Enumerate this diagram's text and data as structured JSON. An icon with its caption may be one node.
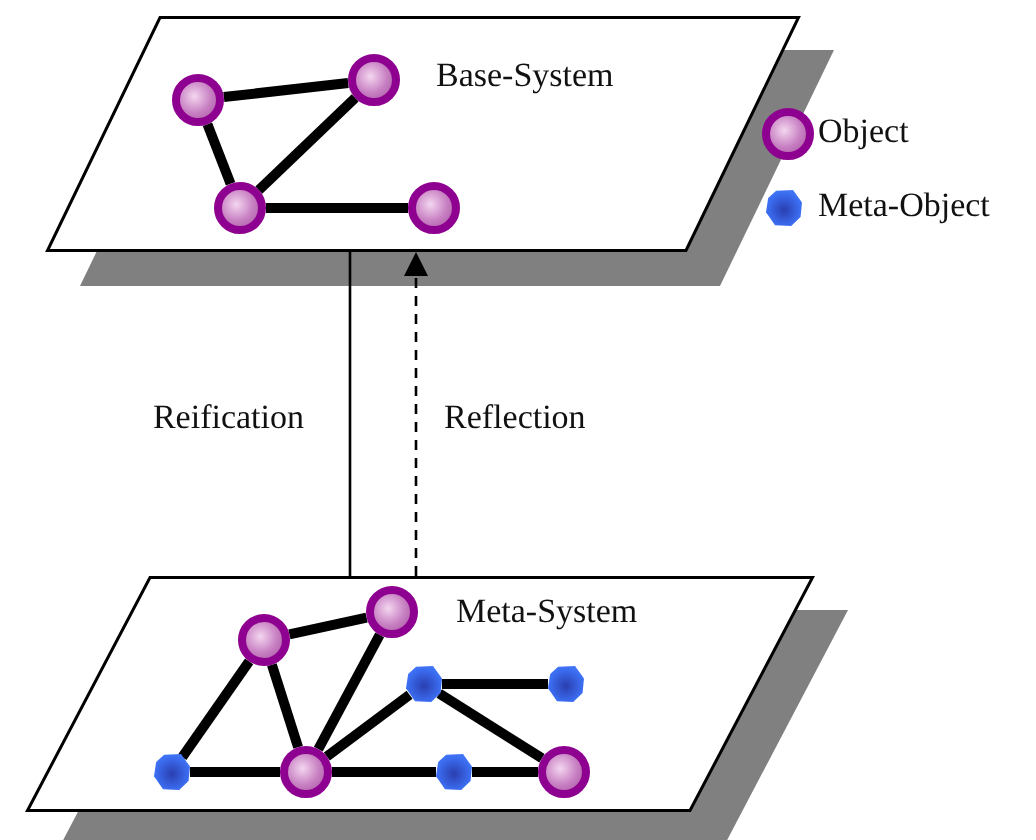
{
  "diagram": {
    "nodes": [
      {
        "text": [
          "Base-System"
        ]
      },
      {
        "text": [],
        "shape": "circle",
        "in": 0
      },
      {
        "text": [],
        "shape": "circle",
        "in": 0
      },
      {
        "text": [],
        "shape": "circle",
        "in": 0
      },
      {
        "text": [],
        "shape": "circle",
        "in": 0
      },
      {
        "text": [
          "Meta-System"
        ]
      },
      {
        "text": [],
        "shape": "hexagon",
        "in": 5
      },
      {
        "text": [],
        "shape": "circle",
        "in": 5
      },
      {
        "text": [],
        "shape": "circle",
        "in": 5
      },
      {
        "text": [],
        "shape": "circle",
        "in": 5
      },
      {
        "text": [],
        "shape": "hexagon",
        "in": 5
      },
      {
        "text": [],
        "shape": "hexagon",
        "in": 5
      },
      {
        "text": [],
        "shape": "hexagon",
        "in": 5
      },
      {
        "text": [],
        "shape": "circle",
        "in": 5
      }
    ],
    "edges": [
      {
        "from": 1,
        "to": 3,
        "arrow": "none"
      },
      {
        "from": 1,
        "to": 2,
        "arrow": "none"
      },
      {
        "from": 3,
        "to": 2,
        "arrow": "none"
      },
      {
        "from": 2,
        "to": 4,
        "arrow": "none"
      },
      {
        "from": 7,
        "to": 9,
        "arrow": "none"
      },
      {
        "from": 7,
        "to": 6,
        "arrow": "none"
      },
      {
        "from": 7,
        "to": 8,
        "arrow": "none"
      },
      {
        "from": 9,
        "to": 8,
        "arrow": "none"
      },
      {
        "from": 10,
        "to": 12,
        "arrow": "none"
      },
      {
        "from": 10,
        "to": 8,
        "arrow": "none"
      },
      {
        "from": 10,
        "to": 13,
        "arrow": "none"
      },
      {
        "from": 6,
        "to": 8,
        "arrow": "none"
      },
      {
        "from": 8,
        "to": 11,
        "arrow": "none"
      },
      {
        "from": 11,
        "to": 13,
        "arrow": "none"
      },
      {
        "from": 0,
        "to": 5,
        "arrow": "none",
        "label": "Reification"
      },
      {
        "from": 5,
        "to": 0,
        "arrow": "to",
        "style": "dashed",
        "label": "Reflection"
      }
    ],
    "legend": [
      {
        "text": "Object"
      },
      {
        "text": "Meta-Object"
      }
    ]
  }
}
